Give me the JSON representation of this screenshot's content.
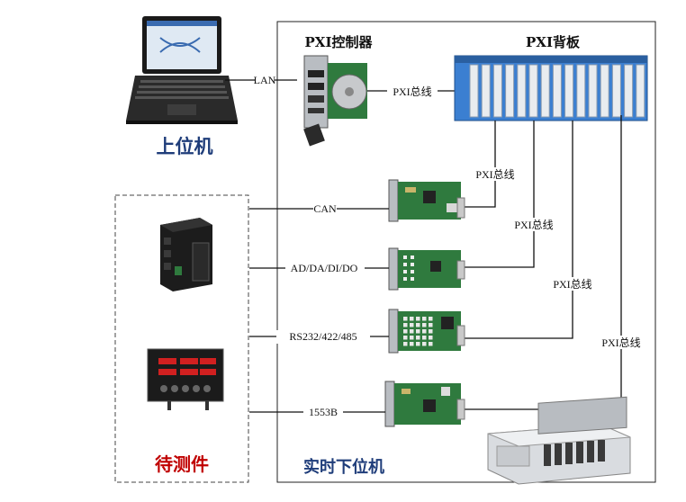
{
  "title_top_host": "上位机",
  "title_rt": "实时下位机",
  "title_dut": "待测件",
  "controller_label": "PXI控制器",
  "backplane_label": "PXI背板",
  "lan_label": "LAN",
  "bus_label_main": "PXI总线",
  "bus_label_1": "PXI总线",
  "bus_label_2": "PXI总线",
  "bus_label_3": "PXI总线",
  "bus_label_4": "PXI总线",
  "link_can": "CAN",
  "link_adda": "AD/DA/DI/DO",
  "link_rs": "RS232/422/485",
  "link_1553": "1553B",
  "colors": {
    "host_title": "#1f3d7a",
    "dut_title": "#c00000",
    "rt_title": "#1f3d7a",
    "pcb_green": "#2f7a3e",
    "backplane_blue": "#3b7fd1"
  }
}
